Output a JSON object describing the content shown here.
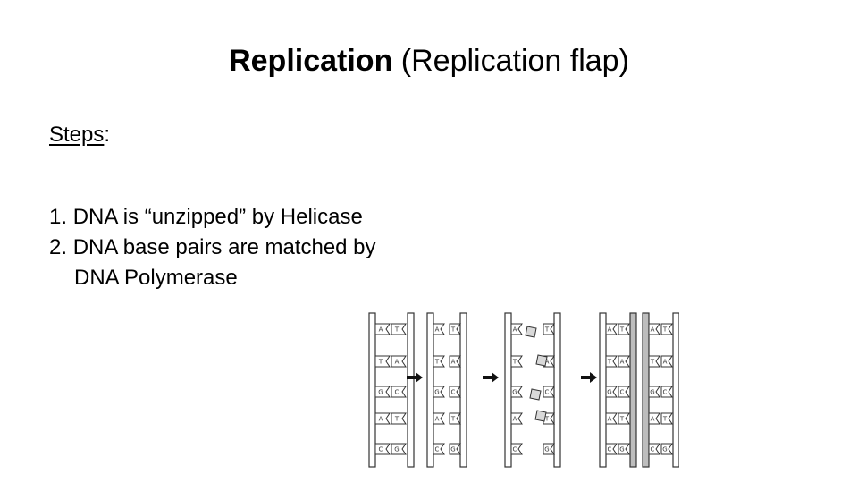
{
  "title": {
    "bold": "Replication",
    "normal": " (Replication flap)"
  },
  "steps": {
    "label": "Steps",
    "colon": ":"
  },
  "list": [
    {
      "number": "1.",
      "text": "DNA is “unzipped” by Helicase"
    },
    {
      "number": "2.",
      "text": "DNA base pairs are matched by",
      "continuation": "DNA Polymerase"
    }
  ],
  "figure": {
    "base_labels": [
      "A",
      "T",
      "T",
      "A",
      "G",
      "C",
      "A",
      "T",
      "C",
      "G"
    ],
    "colors": {
      "line": "#333333",
      "new_strand": "#bdbdbd"
    }
  }
}
